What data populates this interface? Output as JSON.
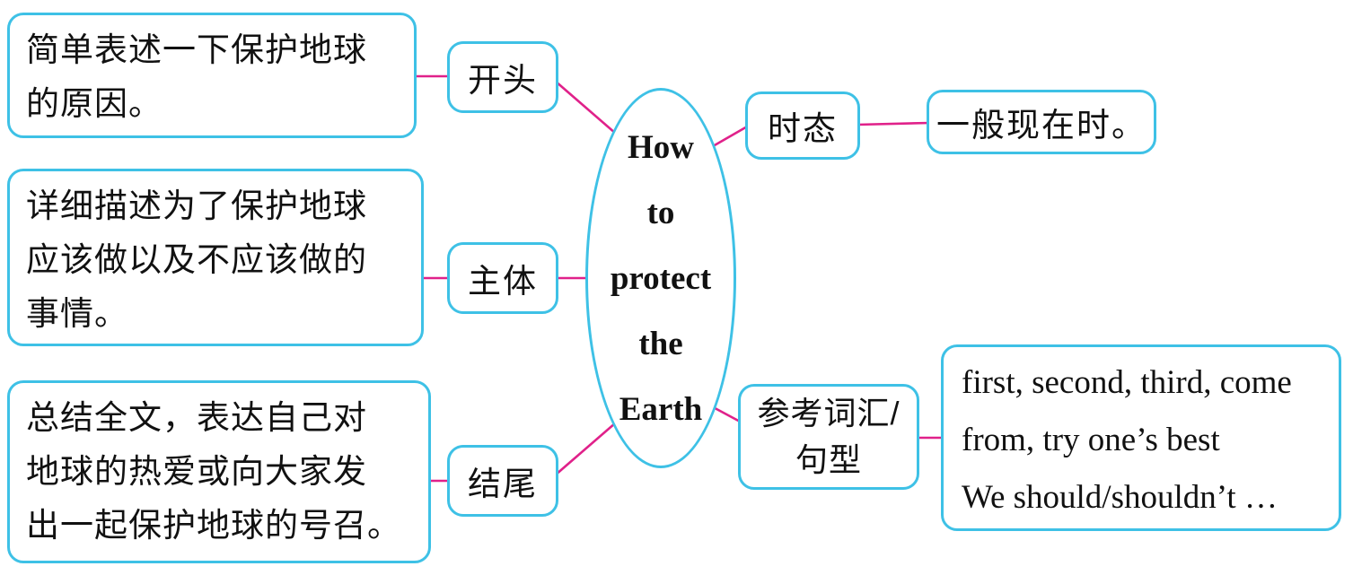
{
  "colors": {
    "border": "#3ec1e6",
    "line": "#e0218a",
    "text": "#111111"
  },
  "center_topic": {
    "lines": [
      "How",
      "to",
      "protect",
      "the",
      "Earth"
    ]
  },
  "branches": {
    "opening": {
      "label": "开头",
      "detail_lines": [
        "简单表述一下保护地球",
        "的原因。"
      ]
    },
    "body": {
      "label": "主体",
      "detail_lines": [
        "详细描述为了保护地球",
        "应该做以及不应该做的",
        "事情。"
      ]
    },
    "ending": {
      "label": "结尾",
      "detail_lines": [
        "总结全文，表达自己对",
        "地球的热爱或向大家发",
        "出一起保护地球的号召。"
      ]
    },
    "tense": {
      "label": "时态",
      "detail_lines": [
        "一般现在时。"
      ]
    },
    "vocab": {
      "label_lines": [
        "参考词汇/",
        "句型"
      ],
      "detail_lines": [
        "first, second, third, come",
        "from, try one’s best",
        "We should/shouldn’t …"
      ]
    }
  }
}
